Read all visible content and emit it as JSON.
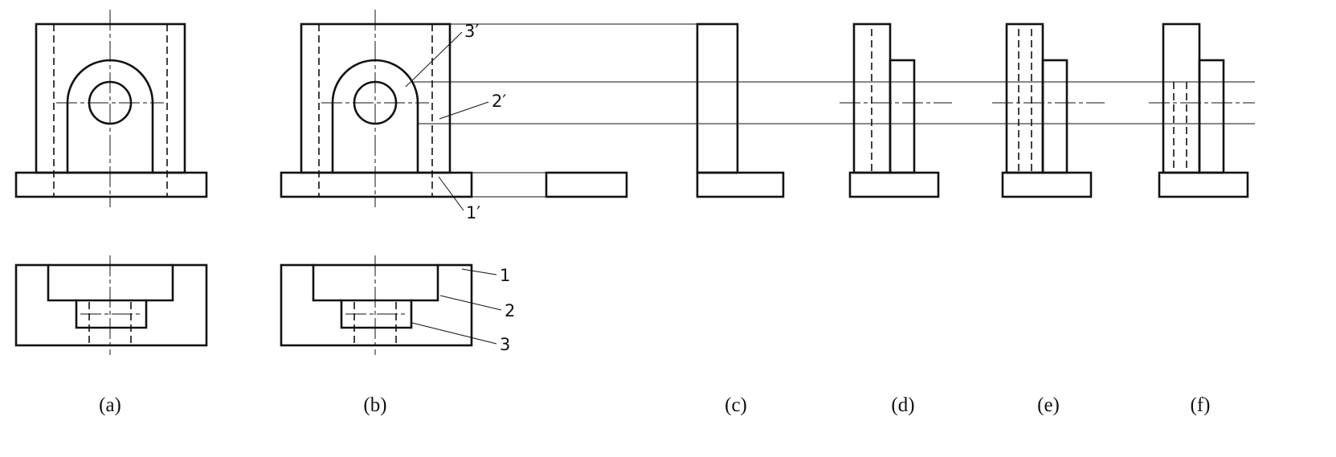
{
  "figure": {
    "caption_labels": {
      "a": "(a)",
      "b": "(b)",
      "c": "(c)",
      "d": "(d)",
      "e": "(e)",
      "f": "(f)"
    },
    "point_labels": {
      "front_3": "3′",
      "front_2": "2′",
      "front_1": "1′",
      "top_1": "1",
      "top_2": "2",
      "top_3": "3"
    },
    "colors": {
      "line": "#111111",
      "background": "#ffffff"
    }
  }
}
